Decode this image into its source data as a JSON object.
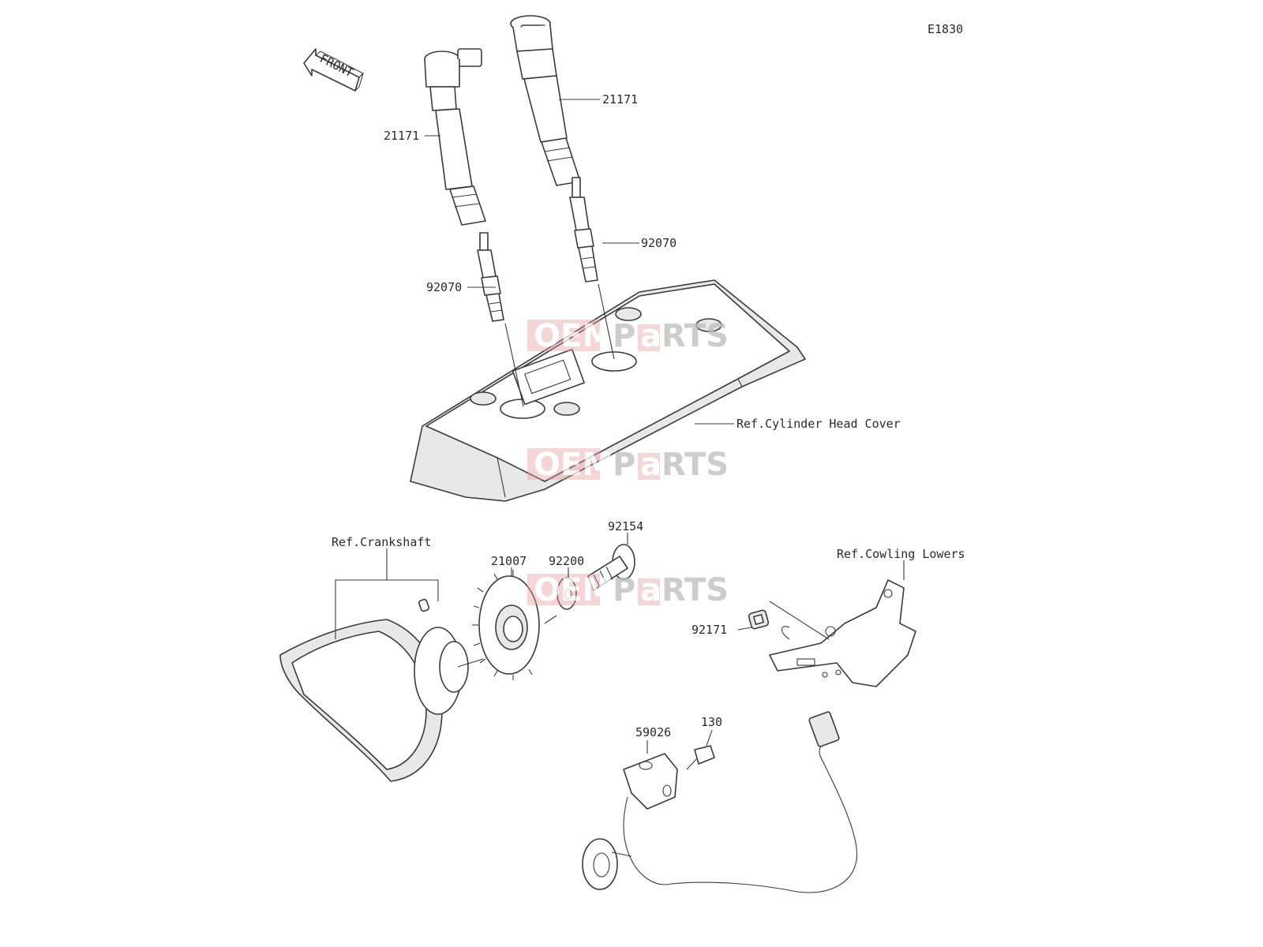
{
  "diagram": {
    "code": "E1830",
    "front_label": "FRONT",
    "watermark": {
      "left": "OEM",
      "right_a": "P",
      "right_b": "a",
      "right_c": "RTS"
    },
    "callouts": {
      "coil_left": "21171",
      "coil_right": "21171",
      "plug_left": "92070",
      "plug_right": "92070",
      "head_cover": "Ref.Cylinder Head Cover",
      "crankshaft": "Ref.Crankshaft",
      "rotor": "21007",
      "washer": "92200",
      "bolt": "92154",
      "cowling": "Ref.Cowling Lowers",
      "clamp": "92171",
      "sensor": "59026",
      "sensor_bolt": "130"
    }
  }
}
